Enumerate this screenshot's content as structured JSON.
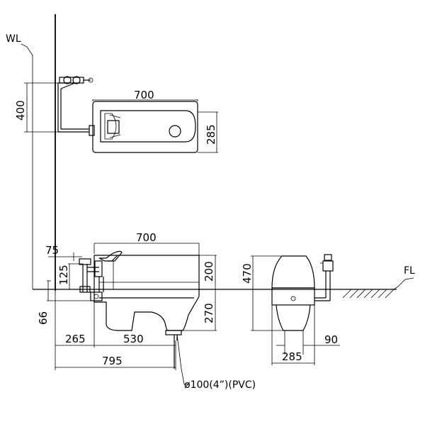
{
  "labels": {
    "wall_line": "WL",
    "floor_line": "FL",
    "pipe_note": "ø100(4”)(PVC)"
  },
  "dimensions": {
    "top_length": "700",
    "top_width": "285",
    "valve_height": "400",
    "side_length": "700",
    "top_offset": "75",
    "pipe_height": "125",
    "rim_height": "200",
    "depth_below_floor": "270",
    "bottom_offset": "66",
    "wall_to_start": "265",
    "body_length": "530",
    "wall_to_outlet": "795",
    "front_height": "470",
    "front_offset": "90",
    "front_width": "285"
  }
}
